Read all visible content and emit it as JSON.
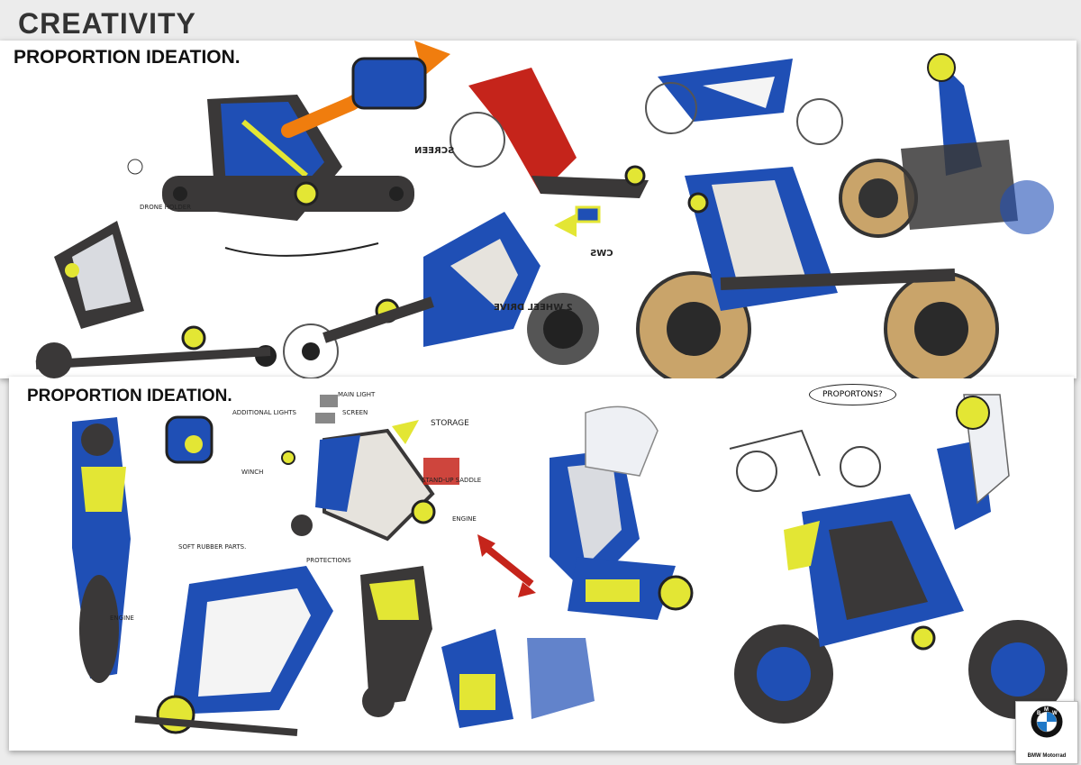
{
  "page": {
    "heading": "CREATIVITY"
  },
  "sheets": [
    {
      "title": "PROPORTION IDEATION.",
      "annotations": {
        "drone_holder": "DRONE HOLDER",
        "screen": "SCREEN",
        "cws": "CWS",
        "two_wheel_drive": "2 WHEEL DRIVE"
      }
    },
    {
      "title": "PROPORTION IDEATION.",
      "annotations": {
        "main_light": "MAIN LIGHT",
        "additional_lights": "ADDITIONAL LIGHTS",
        "screen": "SCREEN",
        "storage": "STORAGE",
        "winch": "WINCH",
        "stand_up_saddle": "STAND-UP SADDLE",
        "engine_1": "ENGINE",
        "soft_rubber_parts": "SOFT RUBBER PARTS.",
        "protections": "PROTECTIONS",
        "engine_2": "ENGINE",
        "proportions": "PROPORTONS?"
      }
    }
  ],
  "logo": {
    "caption": "BMW Motorrad",
    "roundel_letters": [
      "B",
      "M",
      "W"
    ]
  },
  "colors": {
    "accent_blue": "#1f4fb5",
    "accent_yellow": "#e3e634",
    "accent_orange": "#f07d0e",
    "accent_red": "#c5241b",
    "dark_frame": "#3a3838",
    "tire_tan": "#c9a46a"
  }
}
